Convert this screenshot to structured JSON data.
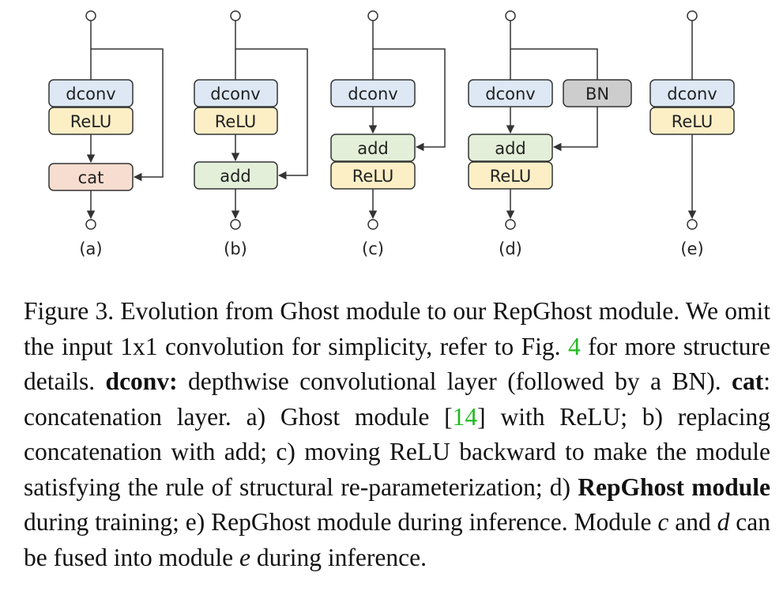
{
  "diagram": {
    "colors": {
      "dconv": "#dde8f4",
      "relu": "#fcefc6",
      "cat": "#f7ddd0",
      "add": "#e3efd8",
      "bn": "#cdcdcd",
      "stroke": "#333333"
    },
    "panels": [
      {
        "id": "a",
        "label": "(a)",
        "blocks": [
          "dconv",
          "ReLU",
          "cat"
        ]
      },
      {
        "id": "b",
        "label": "(b)",
        "blocks": [
          "dconv",
          "ReLU",
          "add"
        ]
      },
      {
        "id": "c",
        "label": "(c)",
        "blocks": [
          "dconv",
          "add",
          "ReLU"
        ]
      },
      {
        "id": "d",
        "label": "(d)",
        "blocks": [
          "dconv",
          "BN",
          "add",
          "ReLU"
        ]
      },
      {
        "id": "e",
        "label": "(e)",
        "blocks": [
          "dconv",
          "ReLU"
        ]
      }
    ]
  },
  "caption": {
    "t1": "Figure 3.  Evolution from Ghost module to our RepGhost module.  We omit the input 1x1 convolution for simplicity, refer to Fig. ",
    "ref_fig": "4",
    "t2": " for more structure details. ",
    "b_dconv": "dconv:",
    "t3": " depthwise convolutional layer (followed by a BN). ",
    "b_cat": "cat",
    "t4": ": concatenation layer. a) Ghost module [",
    "ref_cite": "14",
    "t5": "] with ReLU; b) replacing concatenation with add; c) moving ReLU backward to make the module satisfying the rule of structural re-parameterization; d) ",
    "b_repghost": "RepGhost module",
    "t6": " during training; e) RepGhost module during inference. Module ",
    "i_c": "c",
    "t7": " and ",
    "i_d": "d",
    "t8": " can be fused into module ",
    "i_e": "e",
    "t9": " during inference."
  }
}
